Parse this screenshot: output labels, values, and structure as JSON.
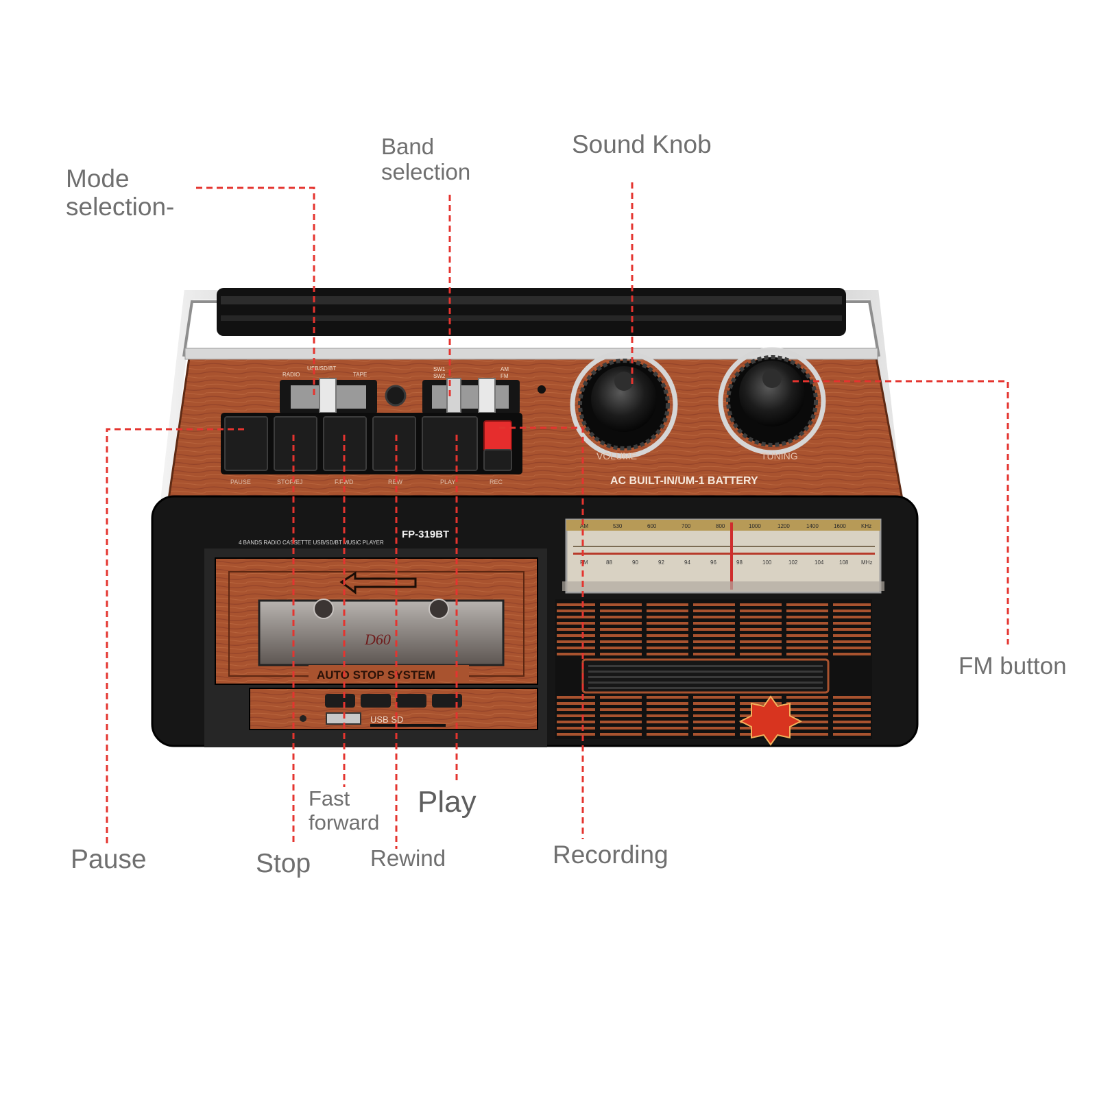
{
  "callouts": {
    "mode_selection": "Mode\nselection-",
    "band_selection": "Band\nselection",
    "sound_knob": "Sound Knob",
    "fm_button": "FM button",
    "fast_forward": "Fast\nforward",
    "play": "Play",
    "pause": "Pause",
    "stop": "Stop",
    "rewind": "Rewind",
    "recording": "Recording"
  },
  "device": {
    "model": "FP-319BT",
    "subtitle": "4 BANDS RADIO CASSETTE USB/SD/BT MUSIC PLAYER",
    "cassette_banner": "AUTO STOP SYSTEM",
    "power_label": "AC BUILT-IN/UM-1 BATTERY",
    "knob_volume": "VOLUME",
    "knob_tuning": "TUNING",
    "cassette_label": "D60",
    "usb_sd": "USB   SD",
    "mode_switch_labels": [
      "RADIO",
      "USB/SD/BT",
      "TAPE"
    ],
    "band_switch_labels": [
      "SW1",
      "SW2",
      "AM",
      "FM"
    ],
    "button_labels": [
      "PAUSE",
      "STOP/EJ",
      "F.FWD",
      "REW",
      "PLAY",
      "REC"
    ],
    "dial_scale_top": [
      "AM",
      "530",
      "600",
      "700",
      "800",
      "1000",
      "1200",
      "1400",
      "1600",
      "KHz"
    ],
    "dial_scale_mid": [
      "FM",
      "88",
      "90",
      "92",
      "94",
      "96",
      "98",
      "100",
      "102",
      "104",
      "108",
      "MHz"
    ]
  },
  "colors": {
    "wood": "#a9532f",
    "wood_dark": "#7d3519",
    "body": "#161616",
    "chrome": "#c9c9c9",
    "leader": "#e4342f",
    "rec_button": "#e62d2d",
    "label_text": "#6f6f6f"
  }
}
